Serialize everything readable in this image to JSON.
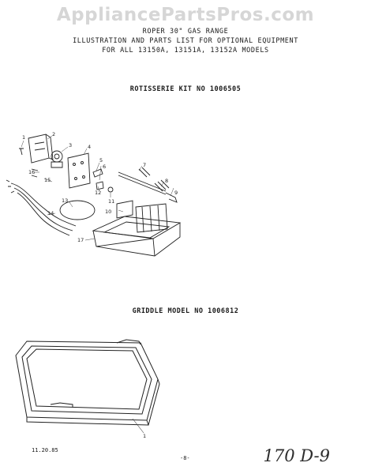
{
  "watermark": "AppliancePartsPros.com",
  "header": {
    "line1": "ROPER 30\" GAS RANGE",
    "line2": "ILLUSTRATION AND PARTS LIST FOR OPTIONAL EQUIPMENT",
    "line3": "FOR ALL 13150A, 13151A, 13152A MODELS"
  },
  "rotisserie": {
    "title": "ROTISSERIE KIT NO 1006505",
    "callouts": [
      "1",
      "2",
      "3",
      "4",
      "5",
      "6",
      "7",
      "8",
      "9",
      "10",
      "11",
      "12",
      "13",
      "14",
      "15",
      "16",
      "17"
    ]
  },
  "griddle": {
    "title": "GRIDDLE MODEL NO 1006812",
    "callouts": [
      "1"
    ]
  },
  "footer": {
    "date": "11.20.85",
    "page": "-8-",
    "handwritten": "170 D-9"
  }
}
